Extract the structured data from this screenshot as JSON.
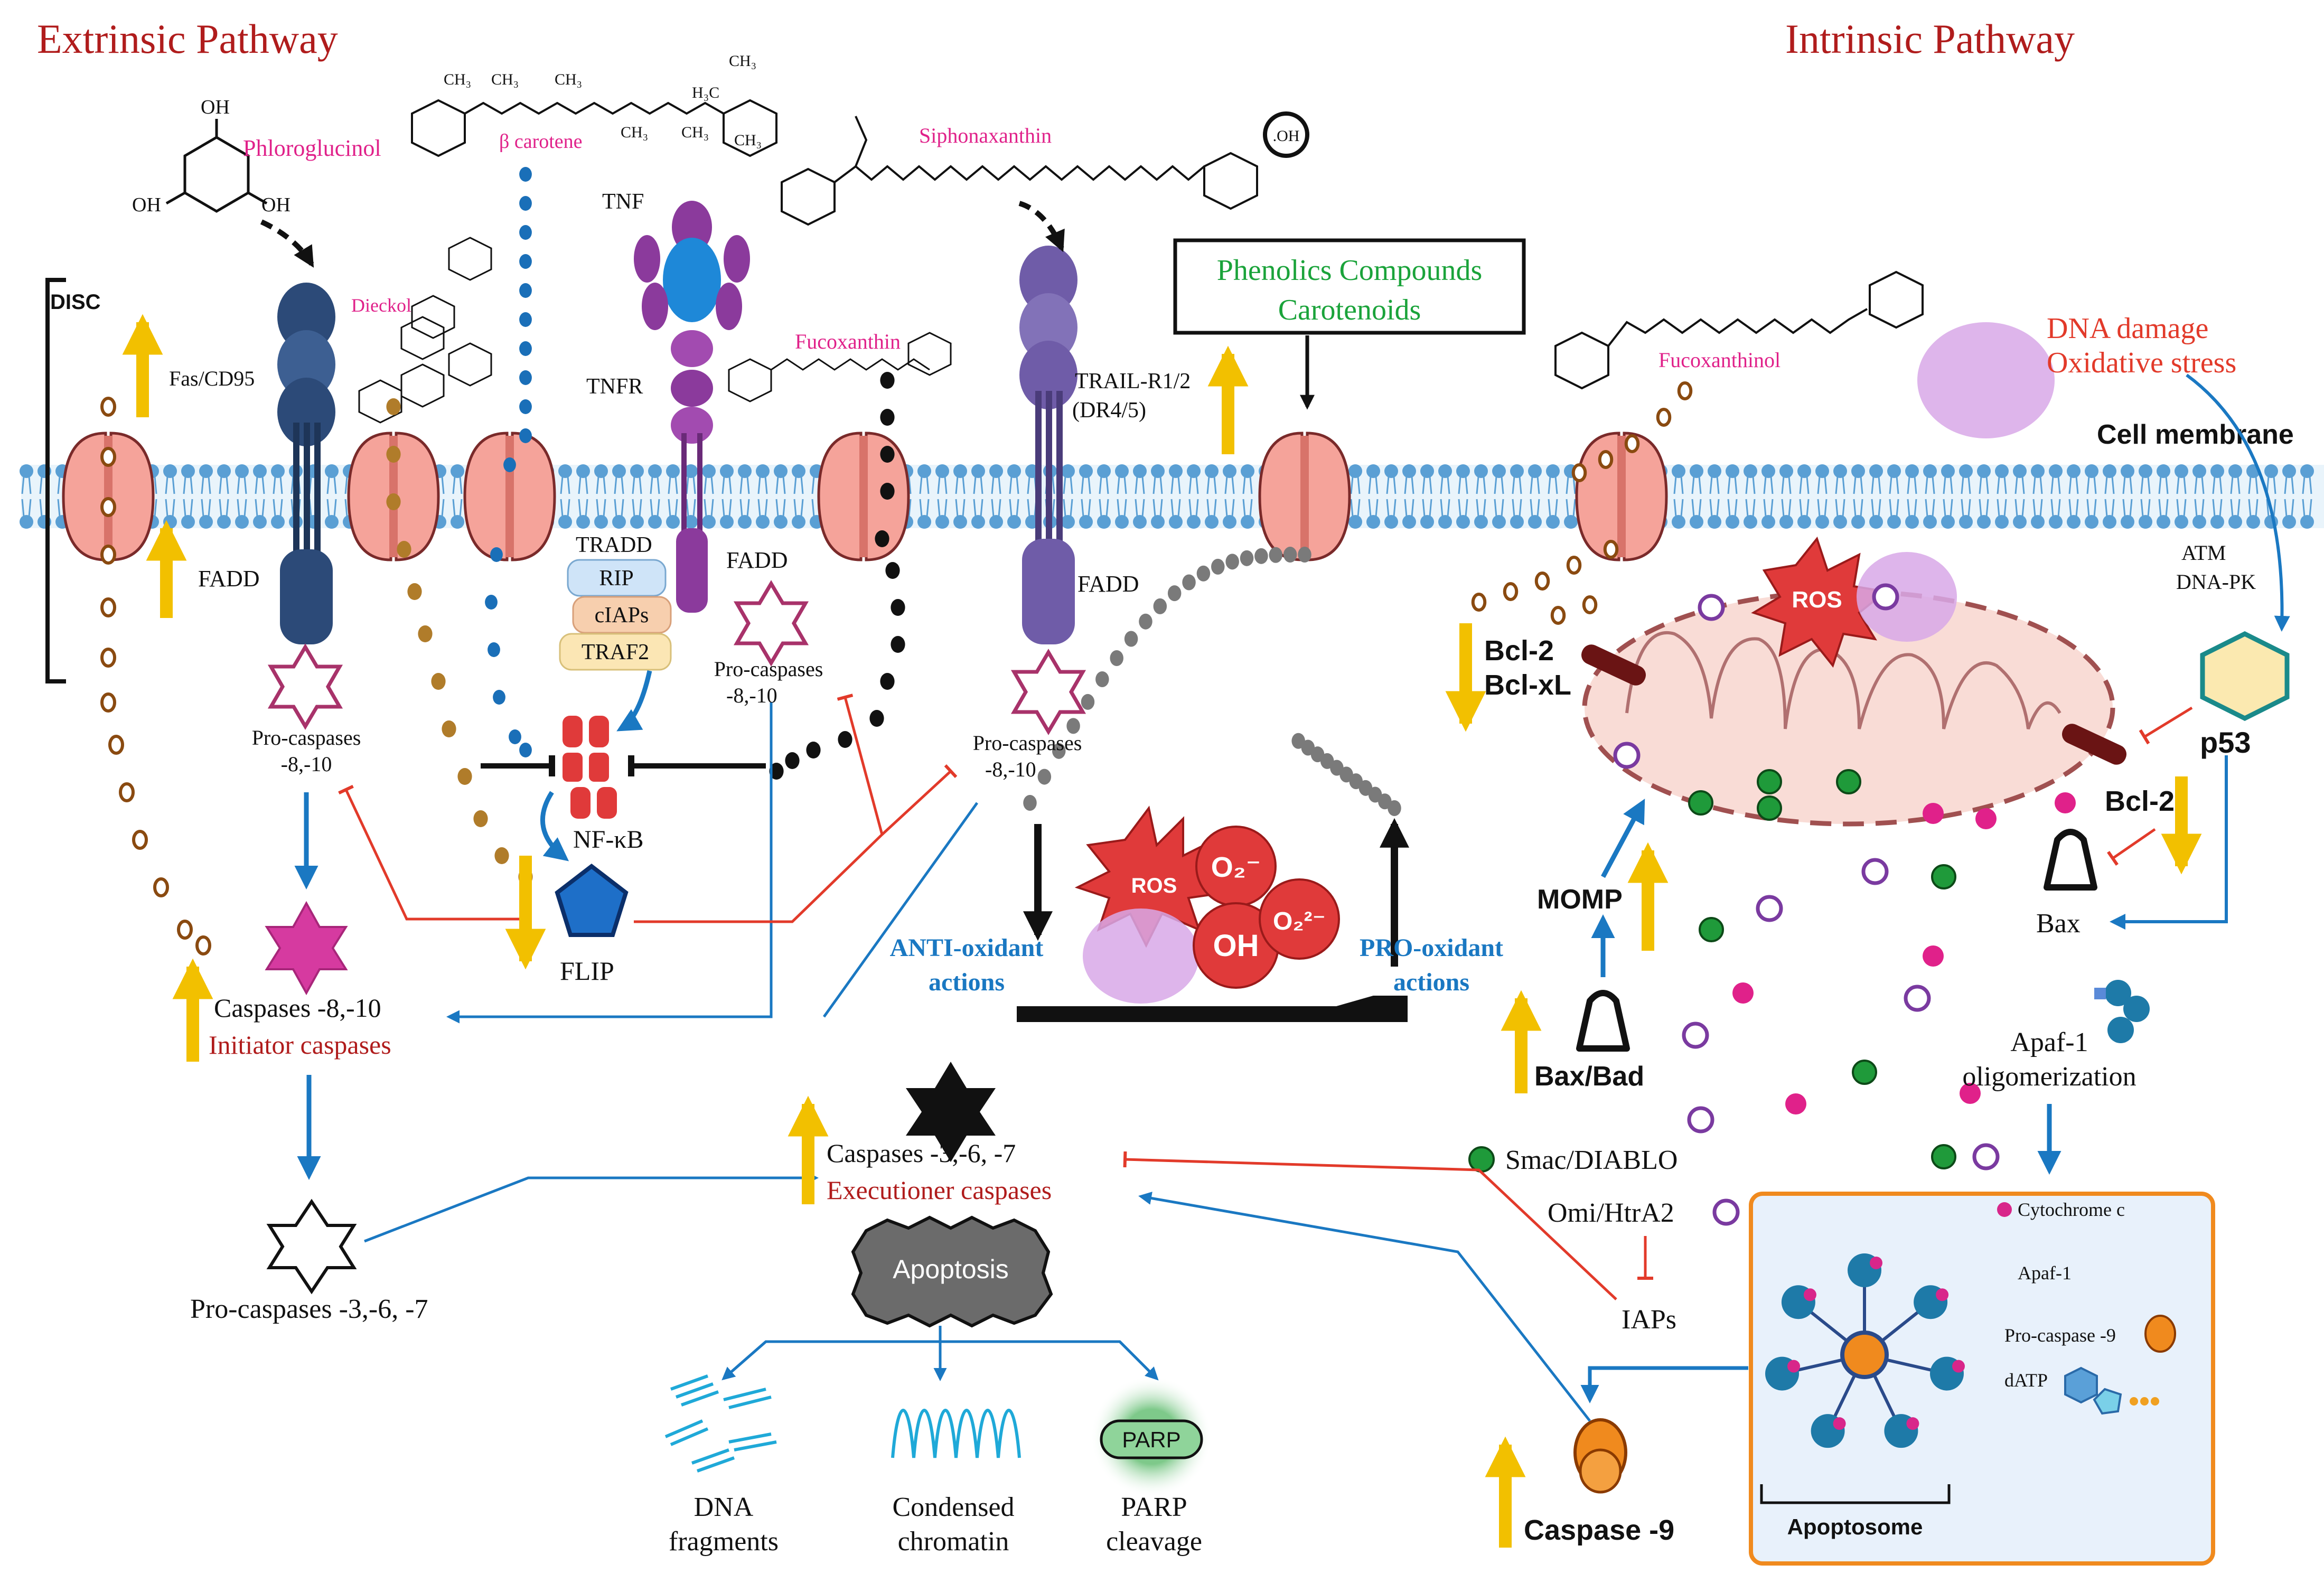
{
  "titles": {
    "extrinsic": "Extrinsic Pathway",
    "intrinsic": "Intrinsic Pathway"
  },
  "compounds": {
    "phloroglucinol": "Phloroglucinol",
    "beta_carotene": "β carotene",
    "siphonaxanthin": "Siphonaxanthin",
    "dieckol": "Dieckol",
    "fucoxanthin": "Fucoxanthin",
    "fucoxanthinol": "Fucoxanthinol",
    "oh_label": "OH",
    "oh_circle": ".OH",
    "ch3": "CH₃",
    "h3c": "H₃C"
  },
  "phenolics_box": {
    "line1": "Phenolics Compounds",
    "line2": "Carotenoids"
  },
  "receptors": {
    "disc": "DISC",
    "fas": "Fas/CD95",
    "fadd": "FADD",
    "tnf": "TNF",
    "tnfr": "TNFR",
    "tradd": "TRADD",
    "rip": "RIP",
    "ciaps": "cIAPs",
    "traf2": "TRAF2",
    "trail_1": "TRAIL-R1/2",
    "trail_2": "(DR4/5)"
  },
  "caspase_labels": {
    "procasp_810_line1": "Pro-caspases",
    "procasp_810_line2": "-8,-10",
    "procasp_810_mid_line2": "-8,-10",
    "nfkb": "NF-κB",
    "flip": "FLIP",
    "initiator_line1": "Caspases -8,-10",
    "initiator_line2": "Initiator caspases",
    "procasp_367": "Pro-caspases -3,-6, -7",
    "exec_line1": "Caspases -3,-6, -7",
    "exec_line2": "Executioner caspases",
    "apoptosis": "Apoptosis"
  },
  "outcomes": {
    "dna_1": "DNA",
    "dna_2": "fragments",
    "chrom_1": "Condensed",
    "chrom_2": "chromatin",
    "parp_badge": "PARP",
    "parp_1": "PARP",
    "parp_2": "cleavage"
  },
  "oxidative": {
    "ros": "ROS",
    "o2": "O₂⁻",
    "oh": "OH",
    "o2_2": "O₂²⁻",
    "anti_1": "ANTI-oxidant",
    "anti_2": "actions",
    "pro_1": "PRO-oxidant",
    "pro_2": "actions"
  },
  "intrinsic": {
    "dna_damage": "DNA damage",
    "oxidative_stress": "Oxidative stress",
    "cell_membrane": "Cell membrane",
    "atm": "ATM",
    "dnapk": "DNA-PK",
    "bcl2_top": "Bcl-2",
    "bclxl": "Bcl-xL",
    "ros": "ROS",
    "p53": "p53",
    "bcl2_right": "Bcl-2",
    "bax": "Bax",
    "momp": "MOMP",
    "baxbad": "Bax/Bad",
    "apaf_1": "Apaf-1",
    "apaf_2": "oligomerization",
    "smac": "Smac/DIABLO",
    "omi": "Omi/HtrA2",
    "iaps": "IAPs",
    "caspase9": "Caspase -9"
  },
  "apoptosome": {
    "cytochrome": "Cytochrome c",
    "apaf1": "Apaf-1",
    "procasp9": "Pro-caspase -9",
    "datp": "dATP",
    "title": "Apoptosome"
  },
  "colors": {
    "title_red": "#b01c1c",
    "compound_pink": "#e0218a",
    "green_text": "#1aa33a",
    "blue_arrow": "#1a78c2",
    "yellow_arrow": "#f2c000",
    "inhibit_red": "#e23a2a",
    "channel_pink": "#f5a39a",
    "receptor_navy": "#2c4a78",
    "receptor_purple": "#6f5ca8",
    "tnf_purple": "#8b3a9c",
    "mito_fill": "#f9dcd6",
    "apoptosome_border": "#f08a1e"
  }
}
